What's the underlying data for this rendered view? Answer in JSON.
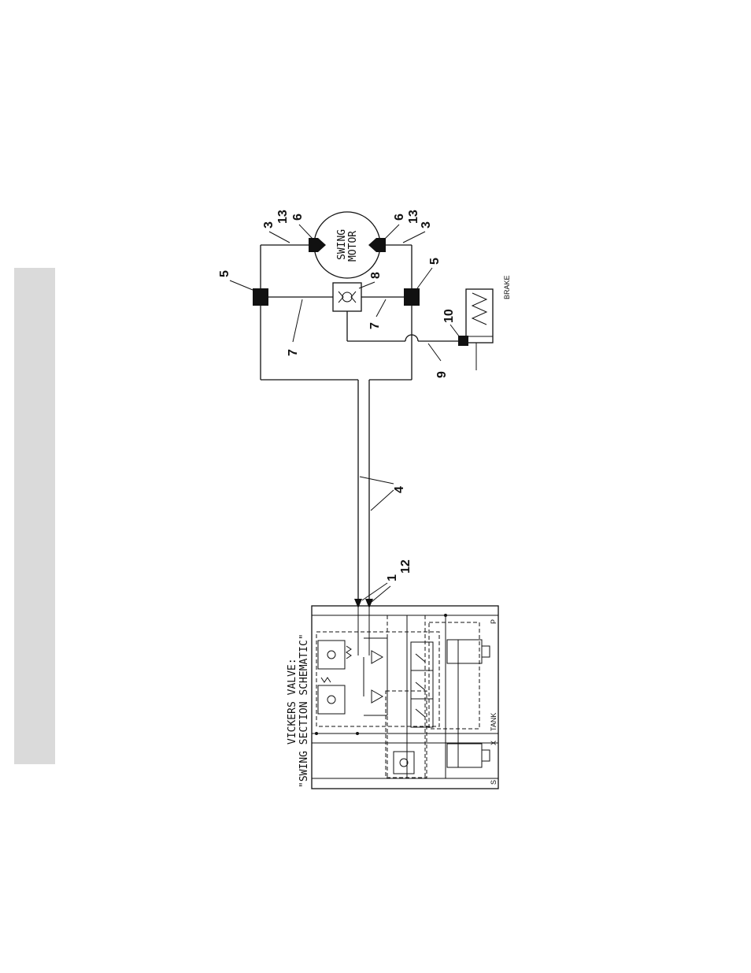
{
  "diagram": {
    "title_line1": "VICKERS VALVE:",
    "title_line2": "\"SWING SECTION SCHEMATIC\"",
    "motor_label_1": "SWING",
    "motor_label_2": "MOTOR",
    "brake_label": "BRAKE",
    "port_labels": {
      "p": "P",
      "tank": "TANK",
      "x": "X",
      "s": "S"
    },
    "callouts": {
      "c1": "1",
      "c3": "3",
      "c4": "4",
      "c5": "5",
      "c6": "6",
      "c7": "7",
      "c8": "8",
      "c9": "9",
      "c10": "10",
      "c12": "12",
      "c13": "13"
    }
  }
}
